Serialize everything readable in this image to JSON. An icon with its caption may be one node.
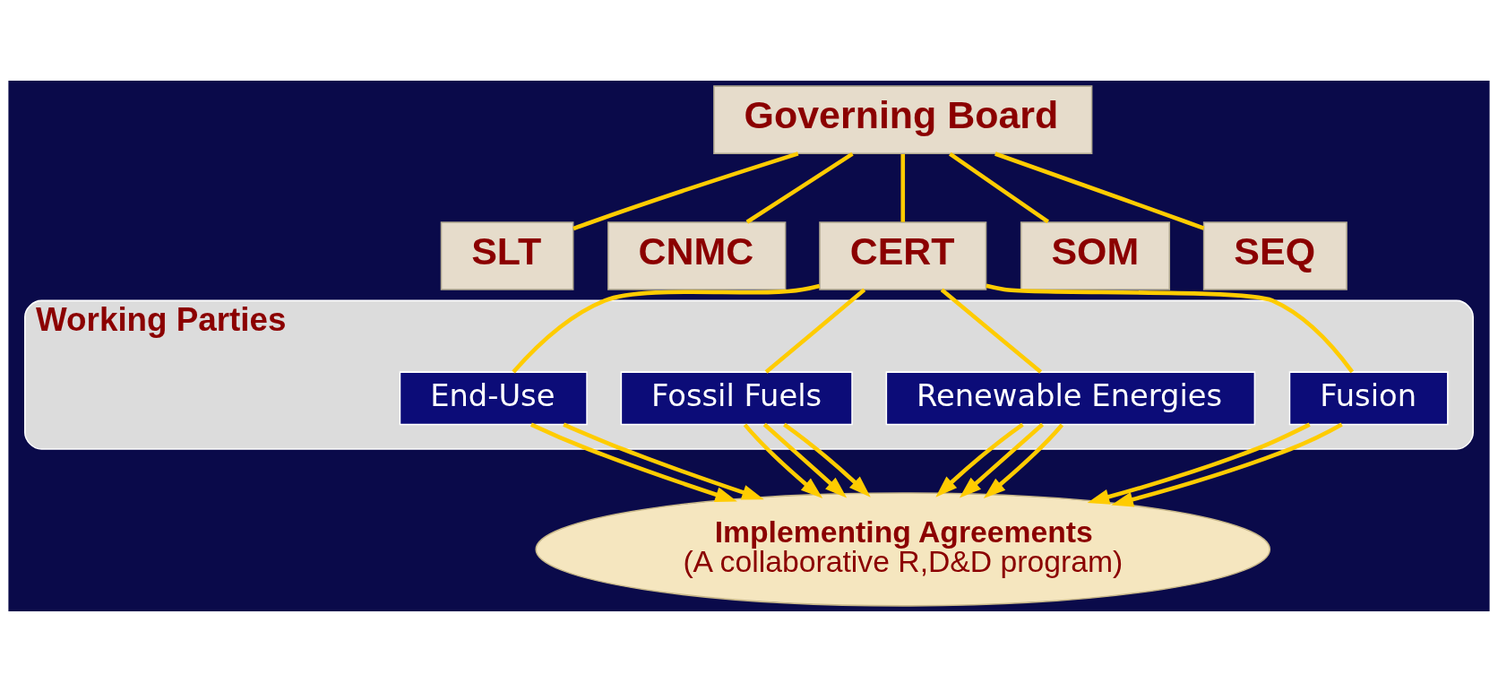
{
  "diagram": {
    "nodes": [
      {
        "text": [
          "Governing Board"
        ]
      },
      {
        "text": [
          "SLT"
        ]
      },
      {
        "text": [
          "CNMC"
        ]
      },
      {
        "text": [
          "CERT"
        ]
      },
      {
        "text": [
          "SOM"
        ]
      },
      {
        "text": [
          "SEQ"
        ]
      },
      {
        "text": [
          "Working Parties"
        ]
      },
      {
        "text": [
          "End-Use"
        ],
        "in": 6
      },
      {
        "text": [
          "Fossil Fuels"
        ],
        "in": 6
      },
      {
        "text": [
          "Renewable Energies"
        ],
        "in": 6
      },
      {
        "text": [
          "Fusion"
        ],
        "in": 6
      },
      {
        "text": [
          "Implementing Agreements",
          "(A collaborative R,D&D program)"
        ]
      }
    ],
    "edges": [
      {
        "from": 0,
        "to": 1,
        "arrow": "none"
      },
      {
        "from": 0,
        "to": 2,
        "arrow": "none"
      },
      {
        "from": 0,
        "to": 3,
        "arrow": "none"
      },
      {
        "from": 0,
        "to": 4,
        "arrow": "none"
      },
      {
        "from": 0,
        "to": 5,
        "arrow": "none"
      },
      {
        "from": 3,
        "to": 7,
        "arrow": "none"
      },
      {
        "from": 3,
        "to": 8,
        "arrow": "none"
      },
      {
        "from": 3,
        "to": 9,
        "arrow": "none"
      },
      {
        "from": 3,
        "to": 10,
        "arrow": "none"
      },
      {
        "from": 7,
        "to": 11,
        "arrow": "to"
      },
      {
        "from": 7,
        "to": 11,
        "arrow": "to"
      },
      {
        "from": 8,
        "to": 11,
        "arrow": "to"
      },
      {
        "from": 8,
        "to": 11,
        "arrow": "to"
      },
      {
        "from": 8,
        "to": 11,
        "arrow": "to"
      },
      {
        "from": 9,
        "to": 11,
        "arrow": "to"
      },
      {
        "from": 9,
        "to": 11,
        "arrow": "to"
      },
      {
        "from": 9,
        "to": 11,
        "arrow": "to"
      },
      {
        "from": 10,
        "to": 11,
        "arrow": "to"
      },
      {
        "from": 10,
        "to": 11,
        "arrow": "to"
      }
    ]
  }
}
